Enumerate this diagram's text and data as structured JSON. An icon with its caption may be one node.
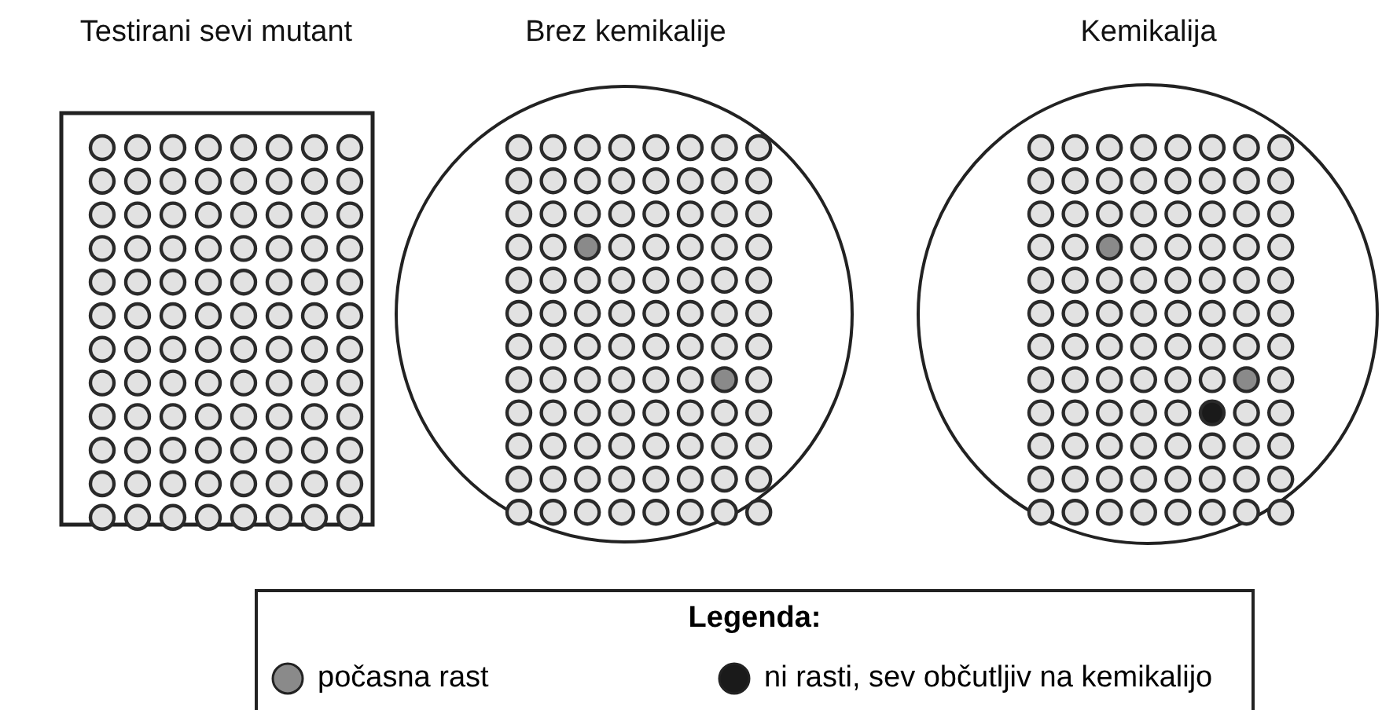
{
  "diagram": {
    "nodes": [
      {
        "text": [
          "Testirani sevi mutant"
        ]
      },
      {
        "text": [
          "Brez kemikalije"
        ]
      },
      {
        "text": [
          "Kemikalija"
        ]
      }
    ],
    "labels": [
      "Legenda:"
    ],
    "legend": [
      {
        "text": "počasna rast",
        "color": "#8a8a8a"
      },
      {
        "text": "ni rasti, sev občutljiv na kemikalijo",
        "color": "#1a1a1a"
      }
    ]
  }
}
